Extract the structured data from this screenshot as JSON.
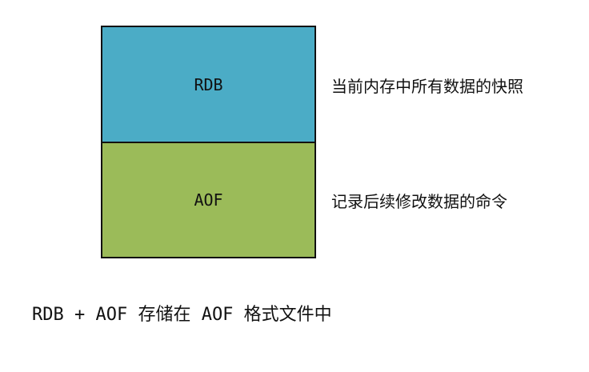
{
  "diagram": {
    "blocks": [
      {
        "label": "RDB",
        "color": "#4bacc6"
      },
      {
        "label": "AOF",
        "color": "#9bbb59"
      }
    ],
    "descriptions": [
      "当前内存中所有数据的快照",
      "记录后续修改数据的命令"
    ],
    "footer": "RDB + AOF 存储在 AOF 格式文件中"
  }
}
